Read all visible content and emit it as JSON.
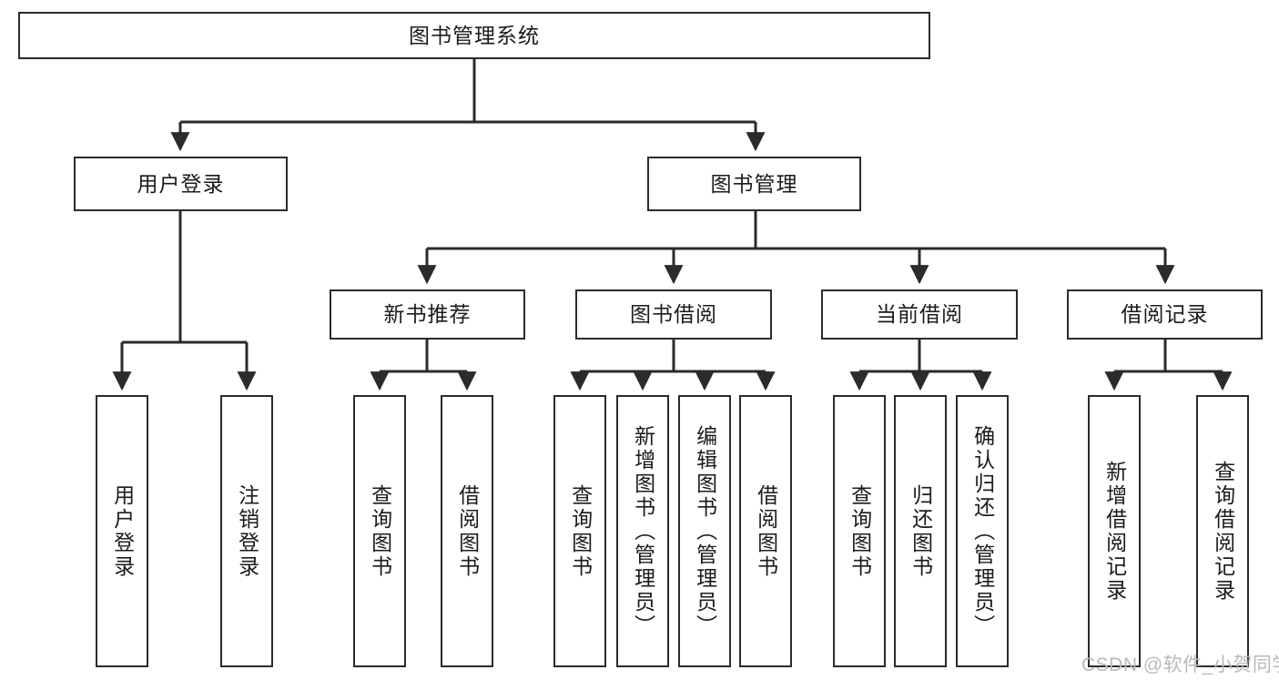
{
  "diagram": {
    "title": "图书管理系统",
    "watermark": "CSDN @软件_小贺同学",
    "colors": {
      "stroke": "#2b2b2b",
      "fill": "#ffffff",
      "text": "#1b1b1b",
      "watermark": "#b9b9b9"
    },
    "levels": {
      "root": {
        "label": "图书管理系统"
      },
      "level2": [
        {
          "label": "用户登录"
        },
        {
          "label": "图书管理"
        }
      ],
      "level3": [
        {
          "label": "新书推荐"
        },
        {
          "label": "图书借阅"
        },
        {
          "label": "当前借阅"
        },
        {
          "label": "借阅记录"
        }
      ],
      "leaves": {
        "user_login": [
          {
            "label": "用户登录"
          },
          {
            "label": "注销登录"
          }
        ],
        "new_book_recommend": [
          {
            "label": "查询图书"
          },
          {
            "label": "借阅图书"
          }
        ],
        "book_borrow": [
          {
            "label": "查询图书"
          },
          {
            "label": "新增图书（管理员）"
          },
          {
            "label": "编辑图书（管理员）"
          },
          {
            "label": "借阅图书"
          }
        ],
        "current_borrow": [
          {
            "label": "查询图书"
          },
          {
            "label": "归还图书"
          },
          {
            "label": "确认归还（管理员）"
          }
        ],
        "borrow_record": [
          {
            "label": "新增借阅记录"
          },
          {
            "label": "查询借阅记录"
          }
        ]
      }
    }
  }
}
